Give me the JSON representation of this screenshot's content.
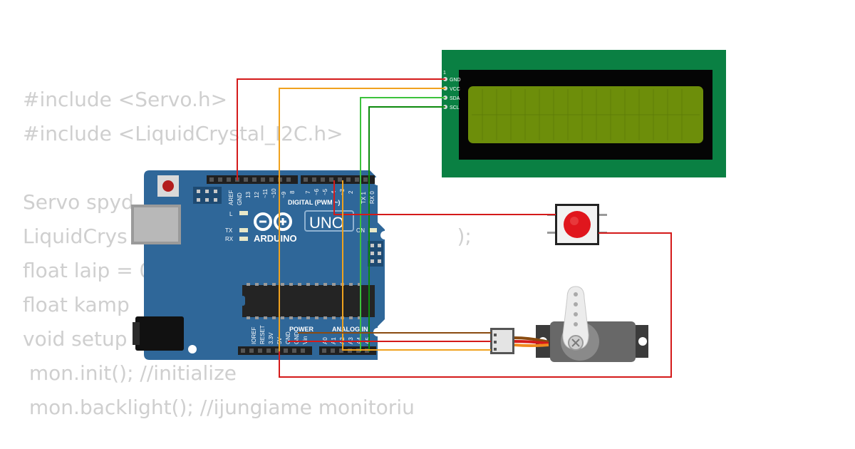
{
  "code_lines": [
    "#include <Servo.h>",
    "#include <LiquidCrystal_I2C.h>",
    "",
    "Servo spyd",
    "LiquidCrys                                                    );",
    "float laip = 0",
    "float kamp",
    "void setup",
    " mon.init(); //initialize",
    " mon.backlight(); //ijungiame monitoriu"
  ],
  "arduino": {
    "brand": "ARDUINO",
    "model": "UNO",
    "header_top_left": [
      "AREF",
      "GND",
      "13",
      "12",
      "~11",
      "~10",
      "~9",
      "8"
    ],
    "header_top_right": [
      "7",
      "~6",
      "~5",
      "4",
      "~3",
      "2",
      "TX 1",
      "RX 0"
    ],
    "digital_label": "DIGITAL (PWM ~)",
    "led_l": "L",
    "led_tx": "TX",
    "led_rx": "RX",
    "led_on": "ON",
    "power_label": "POWER",
    "analog_label": "ANALOG IN",
    "power_pins": [
      "IOREF",
      "RESET",
      "3.3V",
      "5V",
      "GND",
      "GND",
      "Vin"
    ],
    "analog_pins": [
      "A0",
      "A1",
      "A2",
      "A3",
      "A4",
      "A5"
    ]
  },
  "lcd": {
    "pin1": "1",
    "pins": [
      "GND",
      "VCC",
      "SDA",
      "SCL"
    ]
  },
  "colors": {
    "board": "#2f6799",
    "board_dark": "#1d4e7a",
    "lcd_pcb": "#0a8043",
    "lcd_screen": "#6d8e0a",
    "wire_red": "#d41a1a",
    "wire_orange": "#f0a21e",
    "wire_green": "#3cc23c",
    "wire_darkgreen": "#0d8a0d",
    "wire_brown": "#8a4b10",
    "button_red": "#e0161d",
    "servo_body": "#686868"
  },
  "icons": [
    "usb-connector-icon",
    "dc-jack-icon",
    "reset-button-icon",
    "chip-icon",
    "push-button-icon",
    "servo-icon"
  ]
}
